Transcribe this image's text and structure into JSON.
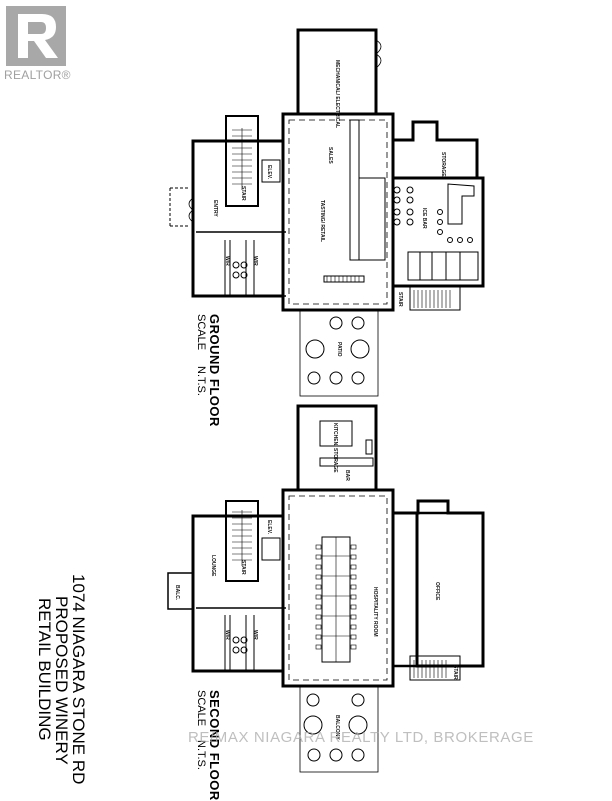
{
  "branding": {
    "logo_letter": "R",
    "logo_text": "REALTOR®",
    "logo_color": "#a8a8a8"
  },
  "document": {
    "title_lines": [
      "1074 NIAGARA STONE RD",
      "PROPOSED WINERY",
      "RETAIL BUILDING"
    ]
  },
  "floors": [
    {
      "name": "GROUND FLOOR",
      "scale_label": "SCALE",
      "scale_value": "N.T.S.",
      "rooms": [
        "MECHANICAL/ ELECTRICAL",
        "SALES",
        "TASTING/ RETAIL",
        "STORAGE",
        "ICE BAR",
        "ENTRY",
        "STAIR",
        "ELEV.",
        "W/R",
        "W/R",
        "PATIO",
        "STAIR"
      ]
    },
    {
      "name": "SECOND FLOOR",
      "scale_label": "SCALE",
      "scale_value": "N.T.S.",
      "rooms": [
        "KITCHEN/ STORAGE",
        "BAR",
        "HOSPITALITY ROOM",
        "OFFICE",
        "LOUNGE",
        "BALC.",
        "STAIR",
        "ELEV.",
        "W/R",
        "W/R",
        "BALCONY",
        "STAIR"
      ]
    }
  ],
  "watermark": "RE/MAX NIAGARA REALTY LTD, BROKERAGE"
}
